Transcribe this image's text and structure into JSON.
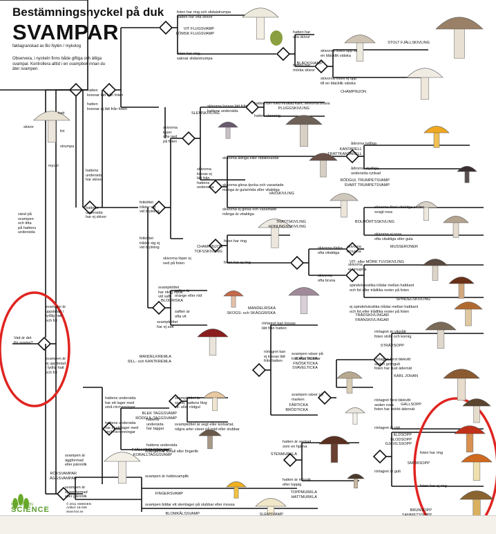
{
  "title": "Bestämningsnyckel på duk",
  "subtitle": "SVAMPAR",
  "credit": "faktagranskad av Bo Nylén / mykolog",
  "note": "Observera, i nyckeln finns både giftiga och ätliga svampar. Kontrollera alltid i en svampbok innan du äter svampen.",
  "parts": {
    "hatt": "hatt",
    "skivor": "skivor",
    "fot": "fot",
    "strumpa": "strumpa",
    "mycel": "mycel"
  },
  "captions": [
    "Vad är det\nför svamp?",
    "vänd på\nsvampen\noch titta\npå hattens\nundersida",
    "svampen är\nuppdelad i\ntydlig hatt\noch fot",
    "svampen är\nej uppdelad\ni tydlig hatt\noch fot",
    "hattens\nundersida\nhar skivor",
    "hattens\nundersida\nhar ej skivor",
    "hatten\nlossnar lätt från foten",
    "hatten\nlossnar ej lätt från foten",
    "foten har ring och slidaistrumpa\nhatten har vita skivor",
    "foten har ring,\nsaknar slida/strumpa",
    "hatten har\nvita skivor",
    "hatten har\nmörka skivor",
    "skivorna löses upp till\nen bläcklik vätska",
    "skivorna löses ej upp\ntill en bläcklik vätska",
    "skivorna\nlöper\nofta ned\npå foten",
    "skivorna lossas lätt från\nhattens undersida",
    "hatten torr med inrullad kant, skivorna bruna",
    "hatten slemmig",
    "skivorna\nlossas ej\nlätt från\nhattens\nundersida",
    "skivorna ådriga eller ribbliknande",
    "ådrorna tydliga",
    "ådrorna otydliga,\nundersida rynkad",
    "skivorna glesa tjocka och vaxartade\nmånga är gula/röda eller vitaktiga",
    "skivorna ej glesa och vaxartade\nmånga är vitaktiga",
    "fotköttet\ntrådar sig\nvid brytning",
    "fotköttet\ntrådar sig ej\nvid brytning",
    "skivorna löper ej\nned på foten",
    "foten har ring",
    "foten har ej ring",
    "skivorna först vitaktiga seden\nsvagt rosa",
    "skivorna\nurnupna",
    "skivorna ej rosa\nofta vitaktiga eller gula",
    "skivorna bleka\nofta vitaktiga",
    "skivorna\nej urnupna",
    "skivorna\nofta bruna",
    "spindelvävslika trådar mellan hattkant\noch fot eller trådlika rester på foten",
    "ej spindelvävslika trådar mellan hattkant\noch fot eller trådlika rester på foten",
    "svampköttet\nhar riklig mjölk\nvid saft",
    "saften är\norange eller röd",
    "saften är\nofta vit",
    "svampköttet\nhar ej saft",
    "rörlagret kan lossas\nlätt från hatten",
    "rörlagret kan\nej lossas lätt\nfrån hatten",
    "svampen växer på\nträd eller stubbar",
    "svampen växer på\nmarken",
    "hattens undersida\nhar ett lager med\nsmå rör/rynningar",
    "hattens undersida\nhar ej ett lager med\nsmå rör/rynningar",
    "svampköttet är\nsprött, hattens färg\nvit- eller rödgul",
    "svampköttet är segt eller korkartat,\nnågra arter växer på träd eller stubbar",
    "hattens\nundersida\nhar taggar",
    "hattens undersida\nhar ej taggar",
    "rörlagret är vitgrått\nfoten stråv och kornig",
    "rörlagret först blekvitt\nseden gröngult\nfoten har ljust ädernät",
    "rörlagret först blekvitt\nseden rosa\nfoten har mörkt ädernät",
    "rörlagret är rött",
    "rörlagret är gult",
    "foten har ring",
    "foten har ej ring",
    "hatten är veckad\nsom en hjärna",
    "hatten är mössik\neller toppig",
    "svampen är\näggformad\neller päronlik",
    "svampen är\nej äggformad\neller päronlik",
    "svampen är korall eller fingerlik",
    "svampen är tvättsvamplik",
    "svampen bildar ett slemlager på stubbar eller mossa"
  ],
  "species": [
    "VIT FLUGSVAMP\nLÖMSK FLUGSVAMP",
    "STOLT FJÄLLSKIVLING",
    "BLÄCKSVAMP",
    "CHAMPINJON",
    "PLUGGSKIVLING",
    "SLEMSKIVLING",
    "KANTARELL\nTRATTKANTARELL",
    "RÖDGUL TRUMPETSVAMP\nSVART TRUMPETSVAMP",
    "VAXSKIVLING",
    "TRATTSKIVLING\nHONUNGSSKIVLING",
    "BOLMÖRTSSKIVLING",
    "MUSSERONER",
    "CHAMPINJON\nTOFSSKIVLING",
    "VIT- eller MÖRK TUVSKIVLING",
    "SPINDELSKIVLING",
    "TRÅDSKIVLINGAR\nFRÄNSKIVLINGAR",
    "BLODRISKA",
    "MANDELRISKA\nSKOGS- och SKÄGGRISKA",
    "MANDELKREMLA\nSILL- och KANTKREMLA",
    "STRÄVSOPP",
    "KARL JOHAN",
    "GALLSOPP",
    "ELDSOPP\nBLODSOPP\nGJÄVILSSOPP",
    "SMÖRSOPP",
    "BRUNSOPP\nSAMMETSSOPP",
    "FJÄLLTICKA\nFNÖSKTICKA\nSVAVELTICKA",
    "FÄRTICKA\nBRÖDTICKA",
    "BLEK TAGGSVAMP\nRÖDGUL TAGGSVAMP",
    "FJÄLLIG TAGGSVAMP\nKORALLTAGGSVAMP",
    "STENMURKLA",
    "TOPPMURKLA\nHATTMURKLA",
    "RÖKSVAMPAR\nÄGGSVAMPAR",
    "FINGERSVAMP",
    "BLOMKÅLSSVAMP",
    "SLEMSVAMP"
  ],
  "logo": {
    "top": "HANDS-ON",
    "name": "SCIENCE",
    "copyright": "© 2011 SWEDEN\nArtikel: 18-038\nwww.hos.se"
  },
  "colors": {
    "line": "#111111",
    "highlight": "#e02420",
    "background": "#ffffff"
  }
}
